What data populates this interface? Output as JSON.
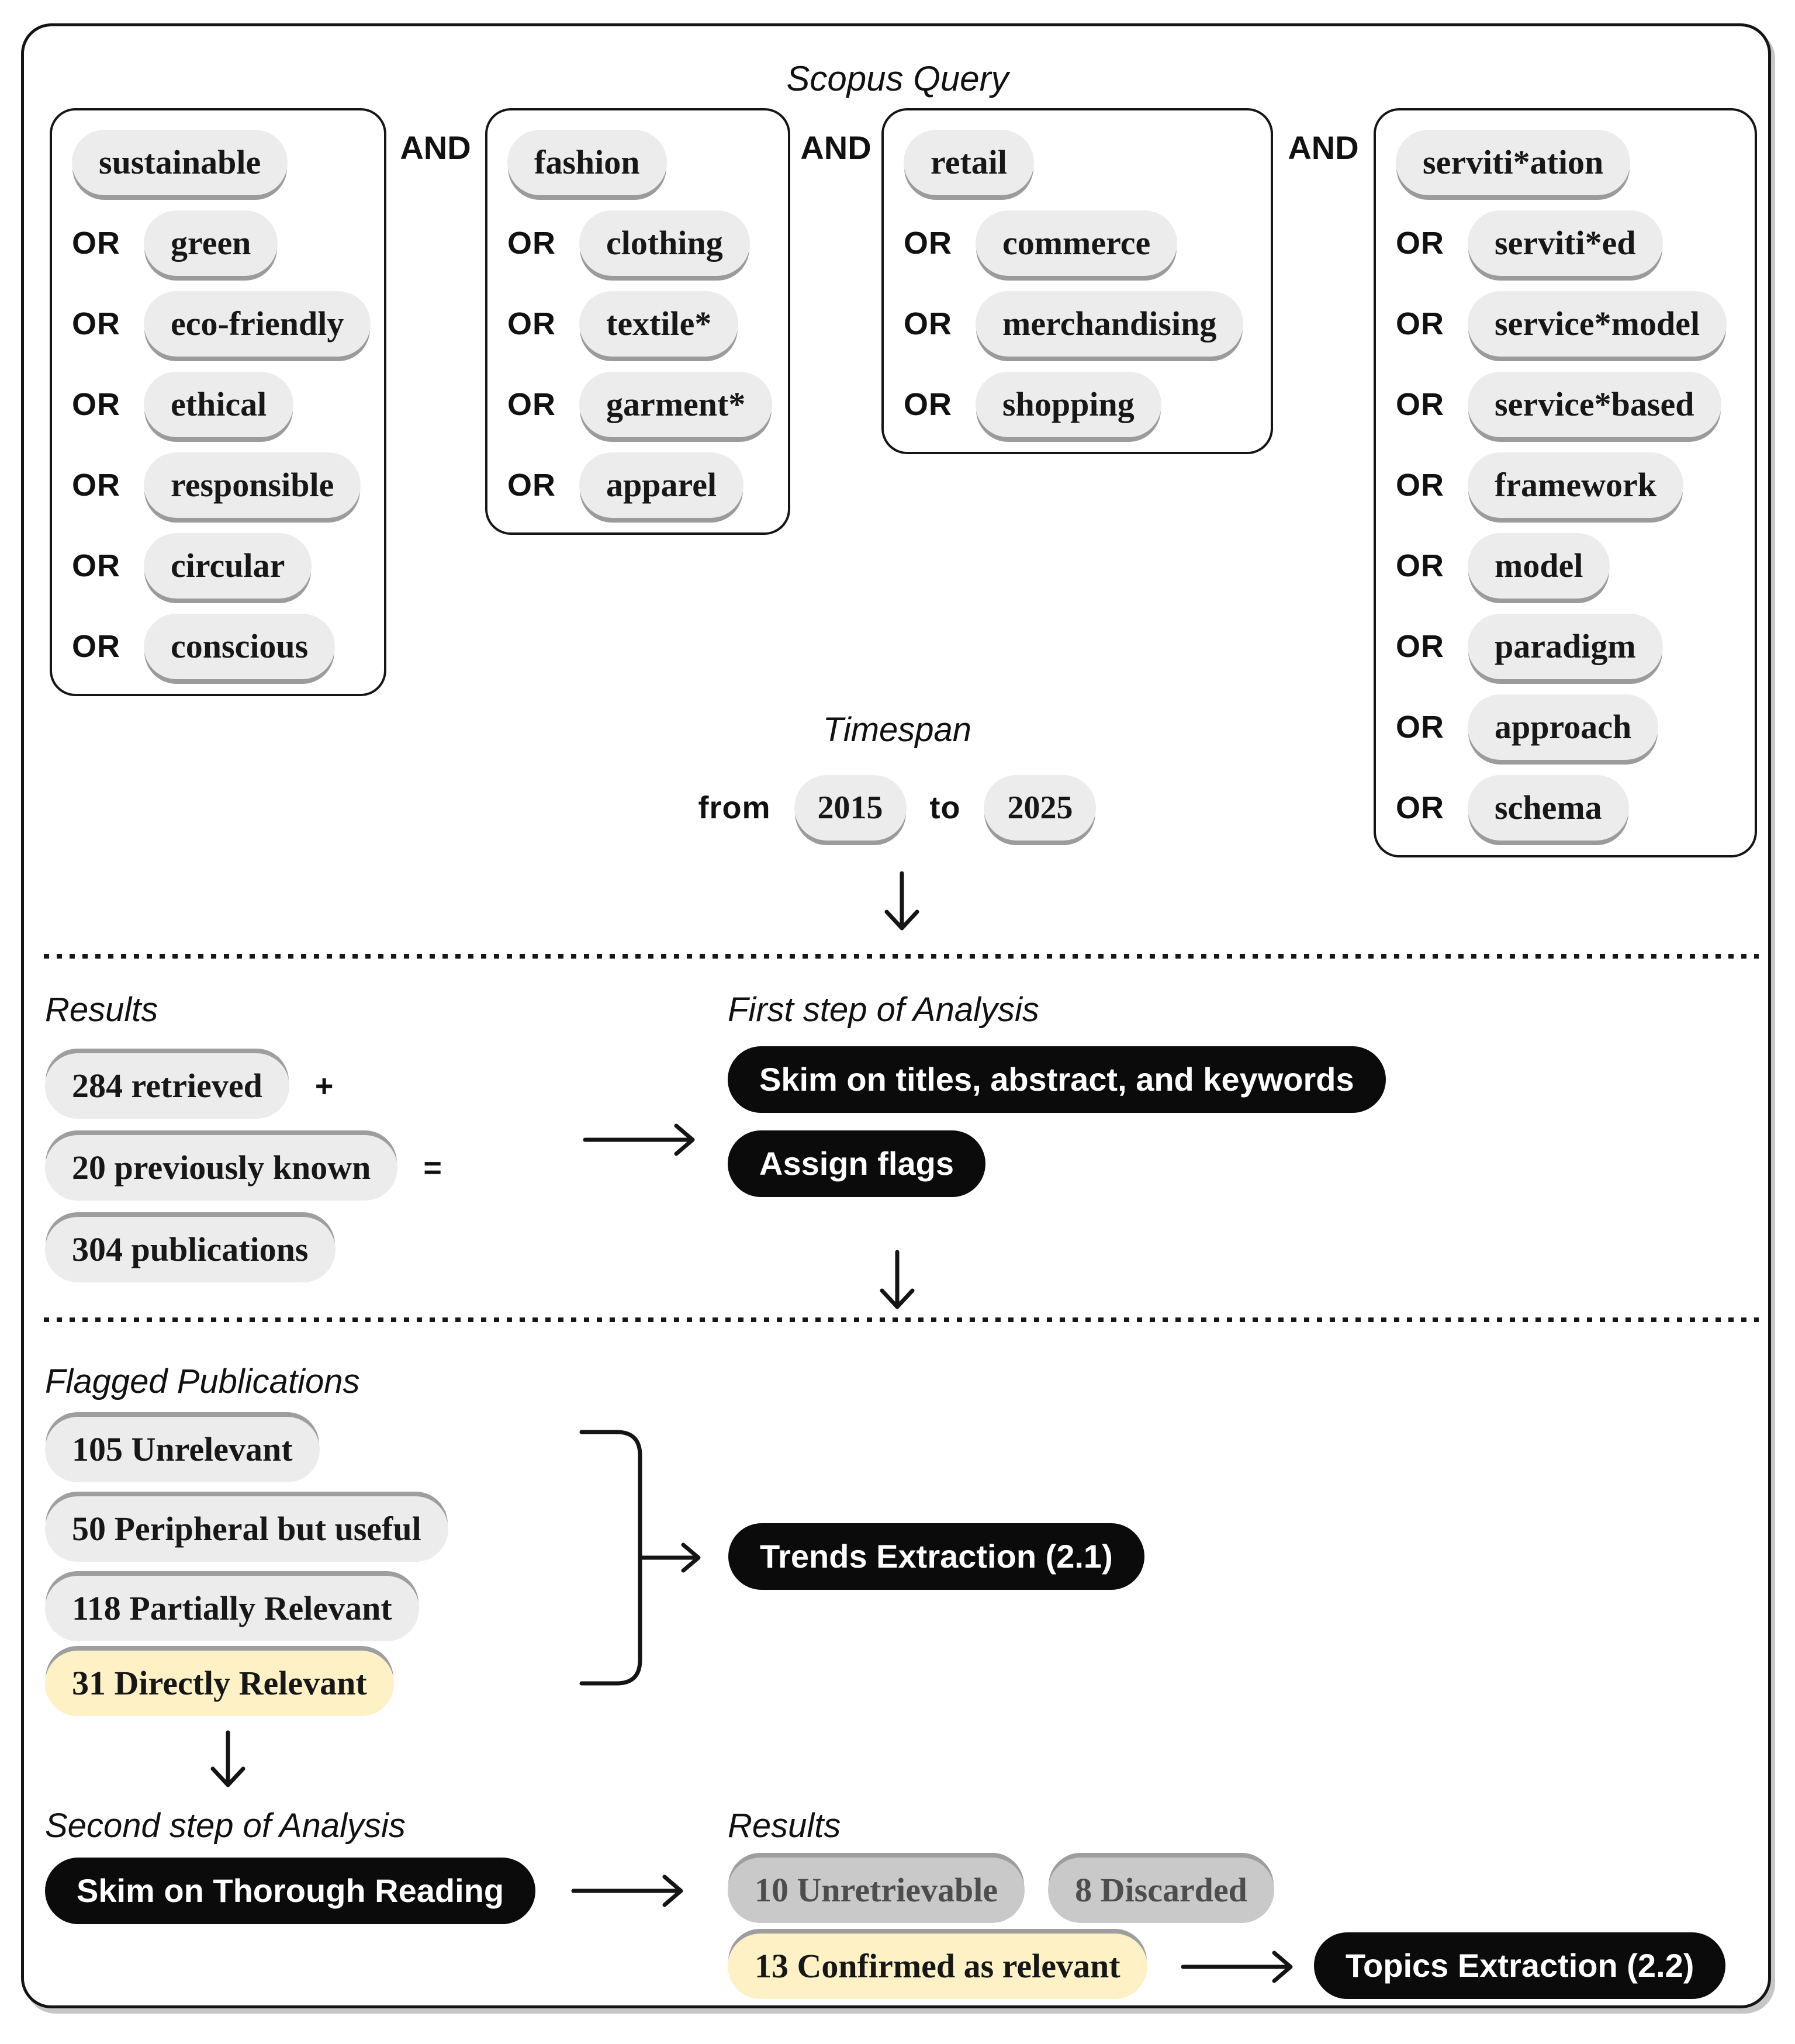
{
  "title": "Scopus Query",
  "labels": {
    "and": "AND",
    "or": "OR"
  },
  "query_groups": [
    {
      "first": "sustainable",
      "terms": [
        "green",
        "eco-friendly",
        "ethical",
        "responsible",
        "circular",
        "conscious"
      ]
    },
    {
      "first": "fashion",
      "terms": [
        "clothing",
        "textile*",
        "garment*",
        "apparel"
      ]
    },
    {
      "first": "retail",
      "terms": [
        "commerce",
        "merchandising",
        "shopping"
      ]
    },
    {
      "first": "serviti*ation",
      "terms": [
        "serviti*ed",
        "service*model",
        "service*based",
        "framework",
        "model",
        "paradigm",
        "approach",
        "schema"
      ]
    }
  ],
  "timespan": {
    "label": "Timespan",
    "from_label": "from",
    "from_year": "2015",
    "to_label": "to",
    "to_year": "2025"
  },
  "results_first": {
    "label": "Results",
    "rows": [
      {
        "text": "284 retrieved",
        "op": "+"
      },
      {
        "text": "20 previously known",
        "op": "="
      },
      {
        "text": "304 publications",
        "op": ""
      }
    ]
  },
  "first_step": {
    "label": "First step of Analysis",
    "action1": "Skim on titles, abstract, and keywords",
    "action2": "Assign flags"
  },
  "flagged": {
    "label": "Flagged Publications",
    "items": [
      "105 Unrelevant",
      "50 Peripheral but useful",
      "118 Partially Relevant",
      "31 Directly Relevant"
    ],
    "action": "Trends Extraction (2.1)"
  },
  "second_step": {
    "label": "Second step of Analysis",
    "action": "Skim on Thorough Reading"
  },
  "results_second": {
    "label": "Results",
    "gray_items": [
      "10 Unretrievable",
      "8 Discarded"
    ],
    "confirmed": "13 Confirmed as relevant",
    "action": "Topics Extraction (2.2)"
  },
  "colors": {
    "pill_bg": "#ececec",
    "pill_shadow": "#9b9b9b",
    "gray_pill_bg": "#c9c9c9",
    "gray_pill_text": "#4d4d4d",
    "yellow_pill_bg": "#fdf1c5",
    "black_pill_bg": "#0b0b0b",
    "black_pill_text": "#ffffff",
    "line": "#141414"
  }
}
